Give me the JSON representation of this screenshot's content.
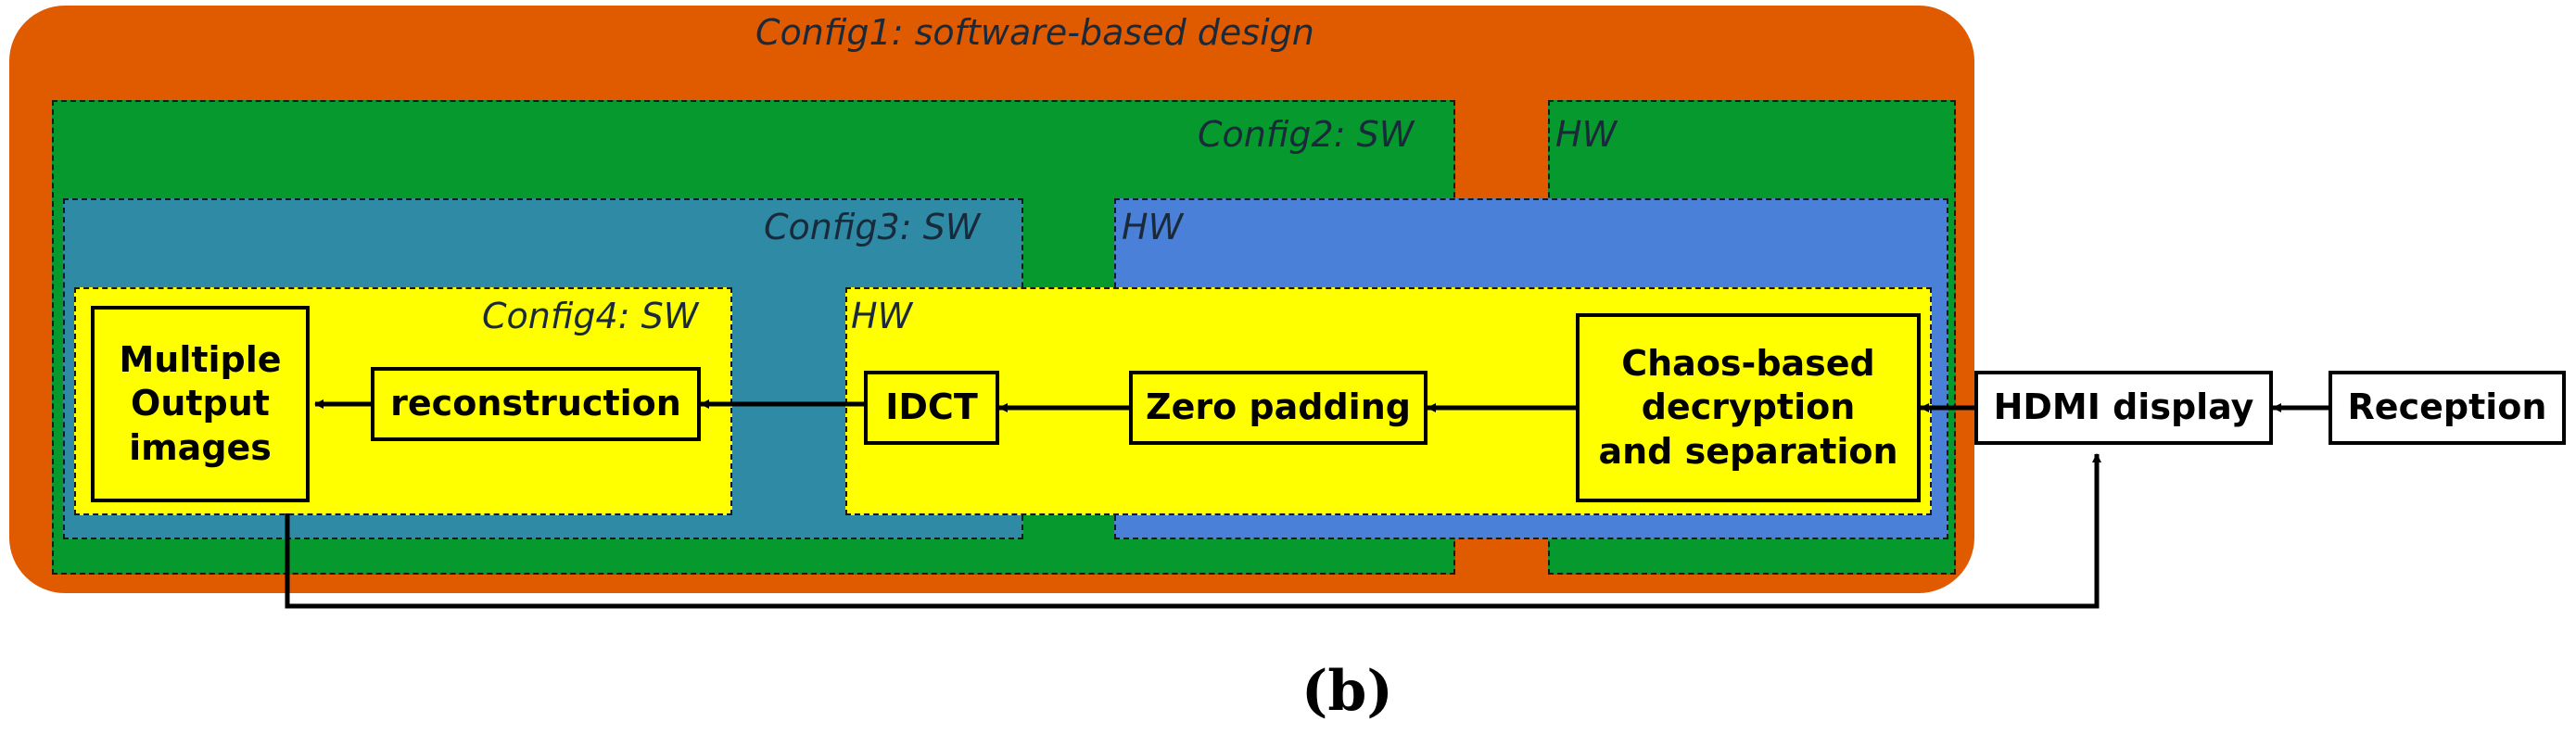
{
  "regions": {
    "config1": {
      "label": "Config1: software-based design",
      "color": "#e05a00"
    },
    "config2_sw": {
      "label": "Config2: SW",
      "color": "#069a2e"
    },
    "config2_hw": {
      "label": "HW",
      "color": "#069a2e"
    },
    "config3_sw": {
      "label": "Config3: SW",
      "color": "#2e8aa5"
    },
    "config3_hw": {
      "label": "HW",
      "color": "#4a80d8"
    },
    "config4_sw": {
      "label": "Config4: SW",
      "color": "#ffff00"
    },
    "config4_hw": {
      "label": "HW",
      "color": "#ffff00"
    }
  },
  "blocks": {
    "multiple_output": "Multiple\nOutput\nimages",
    "reconstruction": "reconstruction",
    "idct": "IDCT",
    "zero_padding": "Zero padding",
    "chaos_decryption": "Chaos-based\ndecryption\nand separation",
    "hdmi_display": "HDMI display",
    "reception": "Reception"
  },
  "caption": "(b)"
}
